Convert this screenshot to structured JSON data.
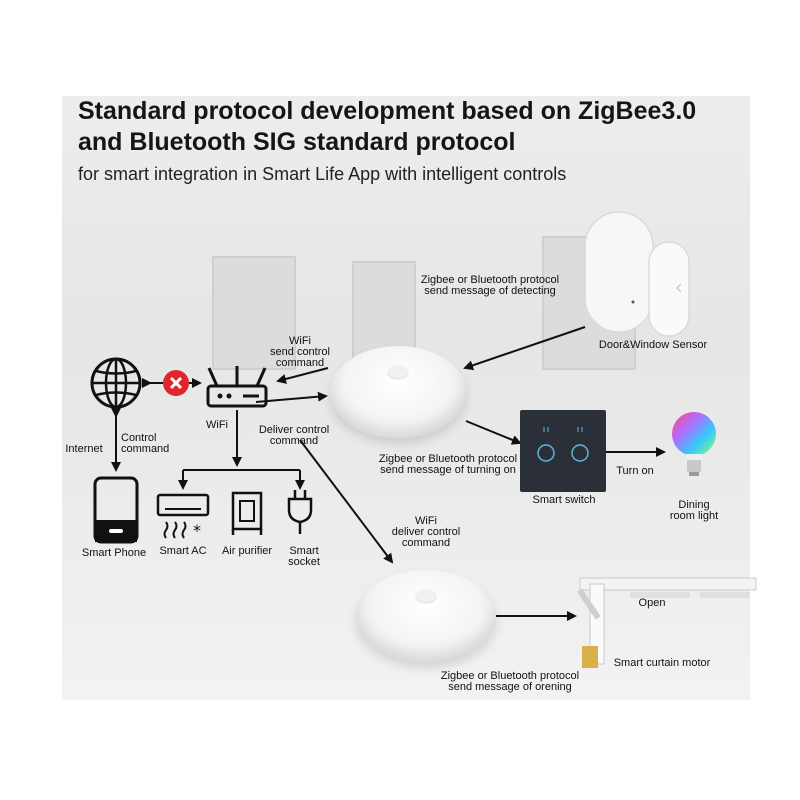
{
  "header": {
    "title_line1": "Standard protocol development based on ZigBee3.0",
    "title_line2": "and Bluetooth SIG standard protocol",
    "subtitle": "for smart integration in Smart Life App with intelligent controls"
  },
  "labels": {
    "detect_line1": "Zigbee or Bluetooth protocol",
    "detect_line2": "send message of detecting",
    "door_sensor": "Door&Window Sensor",
    "wifi_send_line1": "WiFi",
    "wifi_send_line2": "send control",
    "wifi_send_line3": "command",
    "wifi": "WiFi",
    "internet": "Internet",
    "control_line1": "Control",
    "control_line2": "command",
    "deliver_line1": "Deliver control",
    "deliver_line2": "command",
    "turning_line1": "Zigbee or Bluetooth protocol",
    "turning_line2": "send message of turning on",
    "smart_switch": "Smart switch",
    "turn_on": "Turn on",
    "dining_line1": "Dining",
    "dining_line2": "room light",
    "smart_phone": "Smart Phone",
    "smart_ac": "Smart AC",
    "air_purifier": "Air purifier",
    "socket_line1": "Smart",
    "socket_line2": "socket",
    "wifi_deliver_line1": "WiFi",
    "wifi_deliver_line2": "deliver control",
    "wifi_deliver_line3": "command",
    "open": "Open",
    "curtain_motor": "Smart curtain motor",
    "opening_line1": "Zigbee or Bluetooth protocol",
    "opening_line2": "send message of orening"
  },
  "colors": {
    "accent_red": "#e0262b",
    "switch_panel": "#2b3038",
    "switch_led": "#5fb7e6"
  },
  "icons": [
    "globe-icon",
    "router-icon",
    "blocked-x-icon",
    "phone-icon",
    "air-conditioner-icon",
    "air-purifier-icon",
    "plug-icon",
    "light-bulb-icon"
  ]
}
